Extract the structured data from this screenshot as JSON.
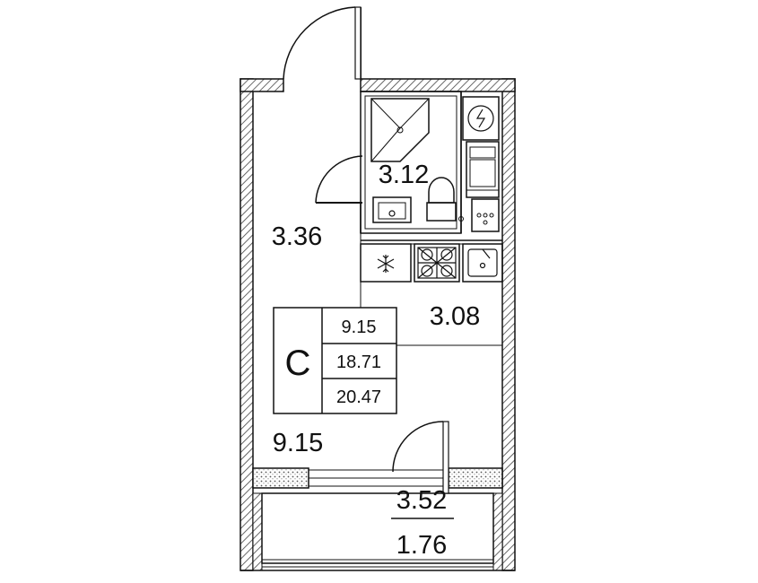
{
  "rooms": {
    "hall_area": "3.36",
    "bath_area": "3.12",
    "kitchen_area": "3.08",
    "living_area": "9.15",
    "balcony_area": "3.52",
    "balcony_reduced_area": "1.76"
  },
  "summary": {
    "type_label": "C",
    "living_area": "9.15",
    "total_area": "18.71",
    "total_with_balcony": "20.47"
  },
  "icons": {
    "fridge": "snowflake-icon",
    "cooktop": "stove-icon",
    "kitchen_sink": "sink-icon",
    "water_heater": "boiler-icon"
  },
  "colors": {
    "line": "#111111",
    "hatch": "#444444",
    "background": "#ffffff"
  }
}
